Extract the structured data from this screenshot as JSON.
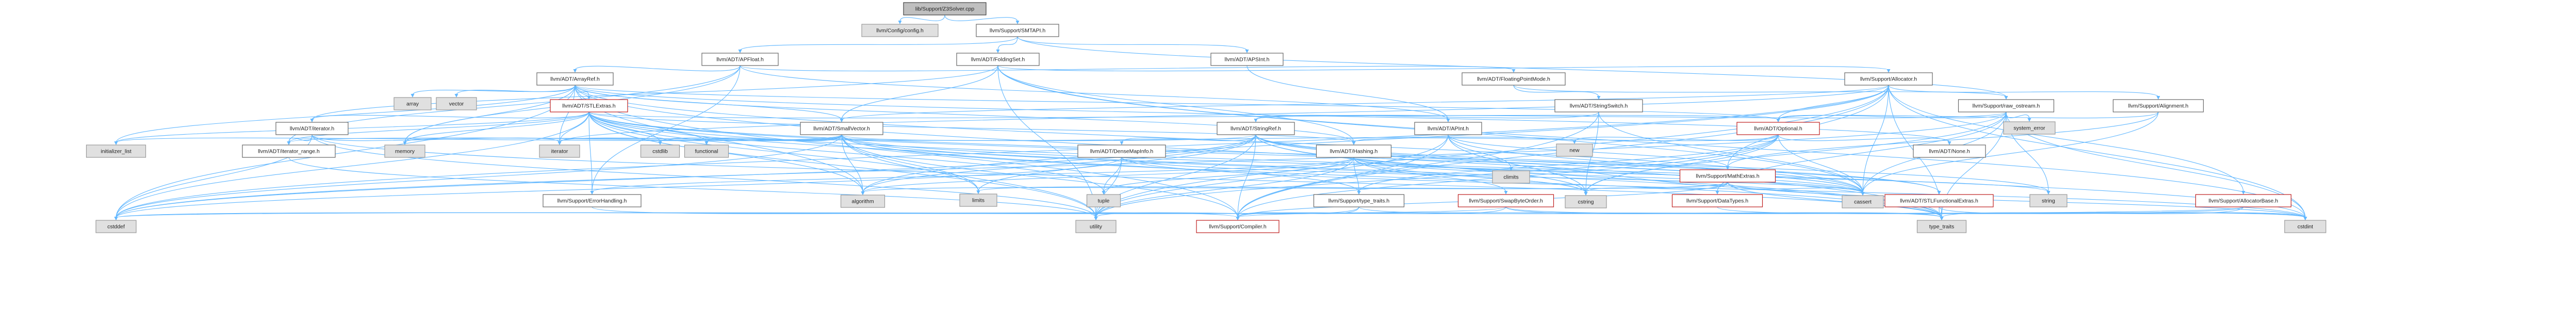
{
  "graph": {
    "colors": {
      "edge": "#63b8ff",
      "root_fill": "#bfbfbf",
      "external_fill": "#e0e0e0",
      "internal_stroke": "#666666",
      "incomplete_stroke": "#bf1d1d"
    },
    "nodes": [
      {
        "id": "root",
        "label": "lib/Support/Z3Solver.cpp",
        "kind": "root"
      },
      {
        "id": "config",
        "label": "llvm/Config/config.h",
        "kind": "external"
      },
      {
        "id": "smtapi",
        "label": "llvm/Support/SMTAPI.h",
        "kind": "internal"
      },
      {
        "id": "apfloat",
        "label": "llvm/ADT/APFloat.h",
        "kind": "internal"
      },
      {
        "id": "foldingset",
        "label": "llvm/ADT/FoldingSet.h",
        "kind": "internal"
      },
      {
        "id": "apsint",
        "label": "llvm/ADT/APSInt.h",
        "kind": "internal"
      },
      {
        "id": "arrayref",
        "label": "llvm/ADT/ArrayRef.h",
        "kind": "internal"
      },
      {
        "id": "floatingpointmode",
        "label": "llvm/ADT/FloatingPointMode.h",
        "kind": "internal"
      },
      {
        "id": "allocator",
        "label": "llvm/Support/Allocator.h",
        "kind": "internal"
      },
      {
        "id": "array",
        "label": "array",
        "kind": "external"
      },
      {
        "id": "vector",
        "label": "vector",
        "kind": "external"
      },
      {
        "id": "stlextras",
        "label": "llvm/ADT/STLExtras.h",
        "kind": "incomplete"
      },
      {
        "id": "stringswitch",
        "label": "llvm/ADT/StringSwitch.h",
        "kind": "internal"
      },
      {
        "id": "rawostream",
        "label": "llvm/Support/raw_ostream.h",
        "kind": "internal"
      },
      {
        "id": "alignment",
        "label": "llvm/Support/Alignment.h",
        "kind": "internal"
      },
      {
        "id": "iterator",
        "label": "llvm/ADT/iterator.h",
        "kind": "internal"
      },
      {
        "id": "smallvector",
        "label": "llvm/ADT/SmallVector.h",
        "kind": "internal"
      },
      {
        "id": "stringref",
        "label": "llvm/ADT/StringRef.h",
        "kind": "internal"
      },
      {
        "id": "apint",
        "label": "llvm/ADT/APInt.h",
        "kind": "internal"
      },
      {
        "id": "optional",
        "label": "llvm/ADT/Optional.h",
        "kind": "incomplete"
      },
      {
        "id": "system_error",
        "label": "system_error",
        "kind": "external"
      },
      {
        "id": "initializer_list",
        "label": "initializer_list",
        "kind": "external"
      },
      {
        "id": "iterator_range",
        "label": "llvm/ADT/iterator_range.h",
        "kind": "internal"
      },
      {
        "id": "memory",
        "label": "memory",
        "kind": "external"
      },
      {
        "id": "iterator_std",
        "label": "iterator",
        "kind": "external"
      },
      {
        "id": "cstdlib",
        "label": "cstdlib",
        "kind": "external"
      },
      {
        "id": "functional",
        "label": "functional",
        "kind": "external"
      },
      {
        "id": "densemapinfo",
        "label": "llvm/ADT/DenseMapInfo.h",
        "kind": "internal"
      },
      {
        "id": "hashing",
        "label": "llvm/ADT/Hashing.h",
        "kind": "internal"
      },
      {
        "id": "new",
        "label": "new",
        "kind": "external"
      },
      {
        "id": "mathextras",
        "label": "llvm/Support/MathExtras.h",
        "kind": "incomplete"
      },
      {
        "id": "none",
        "label": "llvm/ADT/None.h",
        "kind": "internal"
      },
      {
        "id": "climits",
        "label": "climits",
        "kind": "external"
      },
      {
        "id": "errorhandling",
        "label": "llvm/Support/ErrorHandling.h",
        "kind": "internal"
      },
      {
        "id": "algorithm",
        "label": "algorithm",
        "kind": "external"
      },
      {
        "id": "limits",
        "label": "limits",
        "kind": "external"
      },
      {
        "id": "tuple",
        "label": "tuple",
        "kind": "external"
      },
      {
        "id": "typetraits_llvm",
        "label": "llvm/Support/type_traits.h",
        "kind": "internal"
      },
      {
        "id": "swapbyteorder",
        "label": "llvm/Support/SwapByteOrder.h",
        "kind": "incomplete"
      },
      {
        "id": "cstring",
        "label": "cstring",
        "kind": "external"
      },
      {
        "id": "datatypes",
        "label": "llvm/Support/DataTypes.h",
        "kind": "incomplete"
      },
      {
        "id": "cassert",
        "label": "cassert",
        "kind": "external"
      },
      {
        "id": "stlfunctionalextras",
        "label": "llvm/ADT/STLFunctionalExtras.h",
        "kind": "incomplete"
      },
      {
        "id": "string",
        "label": "string",
        "kind": "external"
      },
      {
        "id": "allocatorbase",
        "label": "llvm/Support/AllocatorBase.h",
        "kind": "incomplete"
      },
      {
        "id": "cstddef",
        "label": "cstddef",
        "kind": "external"
      },
      {
        "id": "utility",
        "label": "utility",
        "kind": "external"
      },
      {
        "id": "compiler",
        "label": "llvm/Support/Compiler.h",
        "kind": "incomplete"
      },
      {
        "id": "type_traits",
        "label": "type_traits",
        "kind": "external"
      },
      {
        "id": "cstdint",
        "label": "cstdint",
        "kind": "external"
      }
    ],
    "edges": [
      [
        "root",
        "config"
      ],
      [
        "root",
        "smtapi"
      ],
      [
        "smtapi",
        "apfloat"
      ],
      [
        "smtapi",
        "foldingset"
      ],
      [
        "smtapi",
        "apsint"
      ],
      [
        "smtapi",
        "rawostream"
      ],
      [
        "apfloat",
        "arrayref"
      ],
      [
        "apfloat",
        "floatingpointmode"
      ],
      [
        "apfloat",
        "apint"
      ],
      [
        "apfloat",
        "errorhandling"
      ],
      [
        "apfloat",
        "memory"
      ],
      [
        "apfloat",
        "iterator_range"
      ],
      [
        "foldingset",
        "smallvector"
      ],
      [
        "foldingset",
        "iterator"
      ],
      [
        "foldingset",
        "allocator"
      ],
      [
        "foldingset",
        "hashing"
      ],
      [
        "foldingset",
        "cassert"
      ],
      [
        "foldingset",
        "cstdint"
      ],
      [
        "foldingset",
        "utility"
      ],
      [
        "apsint",
        "apint"
      ],
      [
        "arrayref",
        "stlextras"
      ],
      [
        "arrayref",
        "smallvector"
      ],
      [
        "arrayref",
        "hashing"
      ],
      [
        "arrayref",
        "none"
      ],
      [
        "arrayref",
        "optional"
      ],
      [
        "arrayref",
        "compiler"
      ],
      [
        "arrayref",
        "algorithm"
      ],
      [
        "arrayref",
        "array"
      ],
      [
        "arrayref",
        "vector"
      ],
      [
        "arrayref",
        "cassert"
      ],
      [
        "arrayref",
        "cstddef"
      ],
      [
        "arrayref",
        "initializer_list"
      ],
      [
        "arrayref",
        "iterator_std"
      ],
      [
        "arrayref",
        "memory"
      ],
      [
        "arrayref",
        "type_traits"
      ],
      [
        "floatingpointmode",
        "stringswitch"
      ],
      [
        "floatingpointmode",
        "rawostream"
      ],
      [
        "allocator",
        "smallvector"
      ],
      [
        "allocator",
        "alignment"
      ],
      [
        "allocator",
        "allocatorbase"
      ],
      [
        "allocator",
        "compiler"
      ],
      [
        "allocator",
        "mathextras"
      ],
      [
        "allocator",
        "algorithm"
      ],
      [
        "allocator",
        "cassert"
      ],
      [
        "allocator",
        "cstddef"
      ],
      [
        "allocator",
        "cstdint"
      ],
      [
        "allocator",
        "iterator_std"
      ],
      [
        "allocator",
        "optional"
      ],
      [
        "allocator",
        "type_traits"
      ],
      [
        "allocator",
        "utility"
      ],
      [
        "stlextras",
        "hashing"
      ],
      [
        "stlextras",
        "optional"
      ],
      [
        "stlextras",
        "stlfunctionalextras"
      ],
      [
        "stlextras",
        "iterator"
      ],
      [
        "stlextras",
        "iterator_range"
      ],
      [
        "stlextras",
        "errorhandling"
      ],
      [
        "stlextras",
        "algorithm"
      ],
      [
        "stlextras",
        "cassert"
      ],
      [
        "stlextras",
        "cstddef"
      ],
      [
        "stlextras",
        "cstdint"
      ],
      [
        "stlextras",
        "cstdlib"
      ],
      [
        "stlextras",
        "functional"
      ],
      [
        "stlextras",
        "initializer_list"
      ],
      [
        "stlextras",
        "iterator_std"
      ],
      [
        "stlextras",
        "limits"
      ],
      [
        "stlextras",
        "memory"
      ],
      [
        "stlextras",
        "tuple"
      ],
      [
        "stlextras",
        "type_traits"
      ],
      [
        "stlextras",
        "utility"
      ],
      [
        "stringswitch",
        "stringref"
      ],
      [
        "stringswitch",
        "compiler"
      ],
      [
        "stringswitch",
        "cassert"
      ],
      [
        "stringswitch",
        "cstring"
      ],
      [
        "rawostream",
        "stringref"
      ],
      [
        "rawostream",
        "optional"
      ],
      [
        "rawostream",
        "datatypes"
      ],
      [
        "rawostream",
        "cassert"
      ],
      [
        "rawostream",
        "cstddef"
      ],
      [
        "rawostream",
        "cstdint"
      ],
      [
        "rawostream",
        "cstring"
      ],
      [
        "rawostream",
        "string"
      ],
      [
        "rawostream",
        "system_error"
      ],
      [
        "rawostream",
        "type_traits"
      ],
      [
        "alignment",
        "mathextras"
      ],
      [
        "alignment",
        "cassert"
      ],
      [
        "alignment",
        "optional"
      ],
      [
        "iterator",
        "iterator_range"
      ],
      [
        "iterator",
        "cstddef"
      ],
      [
        "iterator",
        "iterator_std"
      ],
      [
        "iterator",
        "type_traits"
      ],
      [
        "iterator",
        "utility"
      ],
      [
        "smallvector",
        "compiler"
      ],
      [
        "smallvector",
        "typetraits_llvm"
      ],
      [
        "smallvector",
        "algorithm"
      ],
      [
        "smallvector",
        "cassert"
      ],
      [
        "smallvector",
        "cstddef"
      ],
      [
        "smallvector",
        "cstdlib"
      ],
      [
        "smallvector",
        "cstring"
      ],
      [
        "smallvector",
        "functional"
      ],
      [
        "smallvector",
        "initializer_list"
      ],
      [
        "smallvector",
        "iterator_std"
      ],
      [
        "smallvector",
        "limits"
      ],
      [
        "smallvector",
        "memory"
      ],
      [
        "smallvector",
        "new"
      ],
      [
        "smallvector",
        "type_traits"
      ],
      [
        "smallvector",
        "utility"
      ],
      [
        "stringref",
        "densemapinfo"
      ],
      [
        "stringref",
        "stlfunctionalextras"
      ],
      [
        "stringref",
        "iterator_range"
      ],
      [
        "stringref",
        "compiler"
      ],
      [
        "stringref",
        "algorithm"
      ],
      [
        "stringref",
        "cassert"
      ],
      [
        "stringref",
        "cstddef"
      ],
      [
        "stringref",
        "cstring"
      ],
      [
        "stringref",
        "limits"
      ],
      [
        "stringref",
        "string"
      ],
      [
        "stringref",
        "type_traits"
      ],
      [
        "stringref",
        "utility"
      ],
      [
        "apint",
        "compiler"
      ],
      [
        "apint",
        "mathextras"
      ],
      [
        "apint",
        "cassert"
      ],
      [
        "apint",
        "climits"
      ],
      [
        "apint",
        "cstring"
      ],
      [
        "apint",
        "utility"
      ],
      [
        "optional",
        "hashing"
      ],
      [
        "optional",
        "none"
      ],
      [
        "optional",
        "stlforwardcompat"
      ],
      [
        "optional",
        "compiler"
      ],
      [
        "optional",
        "typetraits_llvm"
      ],
      [
        "optional",
        "cassert"
      ],
      [
        "optional",
        "cstring"
      ],
      [
        "optional",
        "new"
      ],
      [
        "optional",
        "utility"
      ],
      [
        "iterator_range",
        "utility"
      ],
      [
        "densemapinfo",
        "cassert"
      ],
      [
        "densemapinfo",
        "cstddef"
      ],
      [
        "densemapinfo",
        "cstdint"
      ],
      [
        "densemapinfo",
        "tuple"
      ],
      [
        "densemapinfo",
        "utility"
      ],
      [
        "hashing",
        "errorhandling"
      ],
      [
        "hashing",
        "swapbyteorder"
      ],
      [
        "hashing",
        "typetraits_llvm"
      ],
      [
        "hashing",
        "algorithm"
      ],
      [
        "hashing",
        "cassert"
      ],
      [
        "hashing",
        "cstring"
      ],
      [
        "hashing",
        "string"
      ],
      [
        "hashing",
        "tuple"
      ],
      [
        "hashing",
        "utility"
      ],
      [
        "mathextras",
        "compiler"
      ],
      [
        "mathextras",
        "algorithm"
      ],
      [
        "mathextras",
        "cassert"
      ],
      [
        "mathextras",
        "climits"
      ],
      [
        "mathextras",
        "cmath"
      ],
      [
        "mathextras",
        "cstdint"
      ],
      [
        "mathextras",
        "cstring"
      ],
      [
        "mathextras",
        "limits"
      ],
      [
        "mathextras",
        "type_traits"
      ],
      [
        "errorhandling",
        "compiler"
      ],
      [
        "typetraits_llvm",
        "compiler"
      ],
      [
        "typetraits_llvm",
        "type_traits"
      ],
      [
        "typetraits_llvm",
        "utility"
      ],
      [
        "swapbyteorder",
        "compiler"
      ],
      [
        "swapbyteorder",
        "cstddef"
      ],
      [
        "swapbyteorder",
        "cstdint"
      ],
      [
        "swapbyteorder",
        "type_traits"
      ],
      [
        "datatypes",
        "cstdint"
      ],
      [
        "stlfunctionalextras",
        "type_traits"
      ],
      [
        "stlfunctionalextras",
        "cstdint"
      ],
      [
        "allocatorbase",
        "compiler"
      ],
      [
        "allocatorbase",
        "type_traits"
      ],
      [
        "allocatorbase",
        "cstddef"
      ]
    ]
  }
}
